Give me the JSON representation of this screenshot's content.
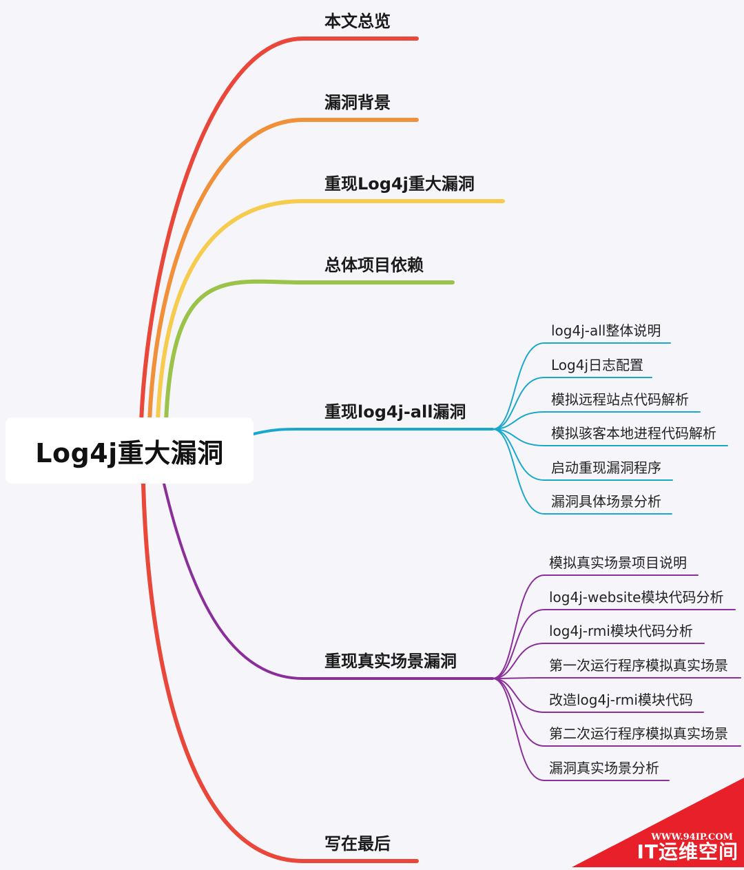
{
  "root": {
    "label": "Log4j重大漏洞"
  },
  "branches": [
    {
      "label": "本文总览",
      "color": "#e8473a",
      "children": []
    },
    {
      "label": "漏洞背景",
      "color": "#f0913a",
      "children": []
    },
    {
      "label": "重现Log4j重大漏洞",
      "color": "#f7cb4d",
      "children": []
    },
    {
      "label": "总体项目依赖",
      "color": "#9bc34a",
      "children": []
    },
    {
      "label": "重现log4j-all漏洞",
      "color": "#19a8cc",
      "children": [
        "log4j-all整体说明",
        "Log4j日志配置",
        "模拟远程站点代码解析",
        "模拟骇客本地进程代码解析",
        "启动重现漏洞程序",
        "漏洞具体场景分析"
      ]
    },
    {
      "label": "重现真实场景漏洞",
      "color": "#8a2e9a",
      "children": [
        "模拟真实场景项目说明",
        "log4j-website模块代码分析",
        "log4j-rmi模块代码分析",
        "第一次运行程序模拟真实场景",
        "改造log4j-rmi模块代码",
        "第二次运行程序模拟真实场景",
        "漏洞真实场景分析"
      ]
    },
    {
      "label": "写在最后",
      "color": "#e8473a",
      "children": []
    }
  ],
  "watermark": {
    "url": "WWW.94IP.COM",
    "name": "IT运维空间",
    "color": "#e8202a"
  }
}
